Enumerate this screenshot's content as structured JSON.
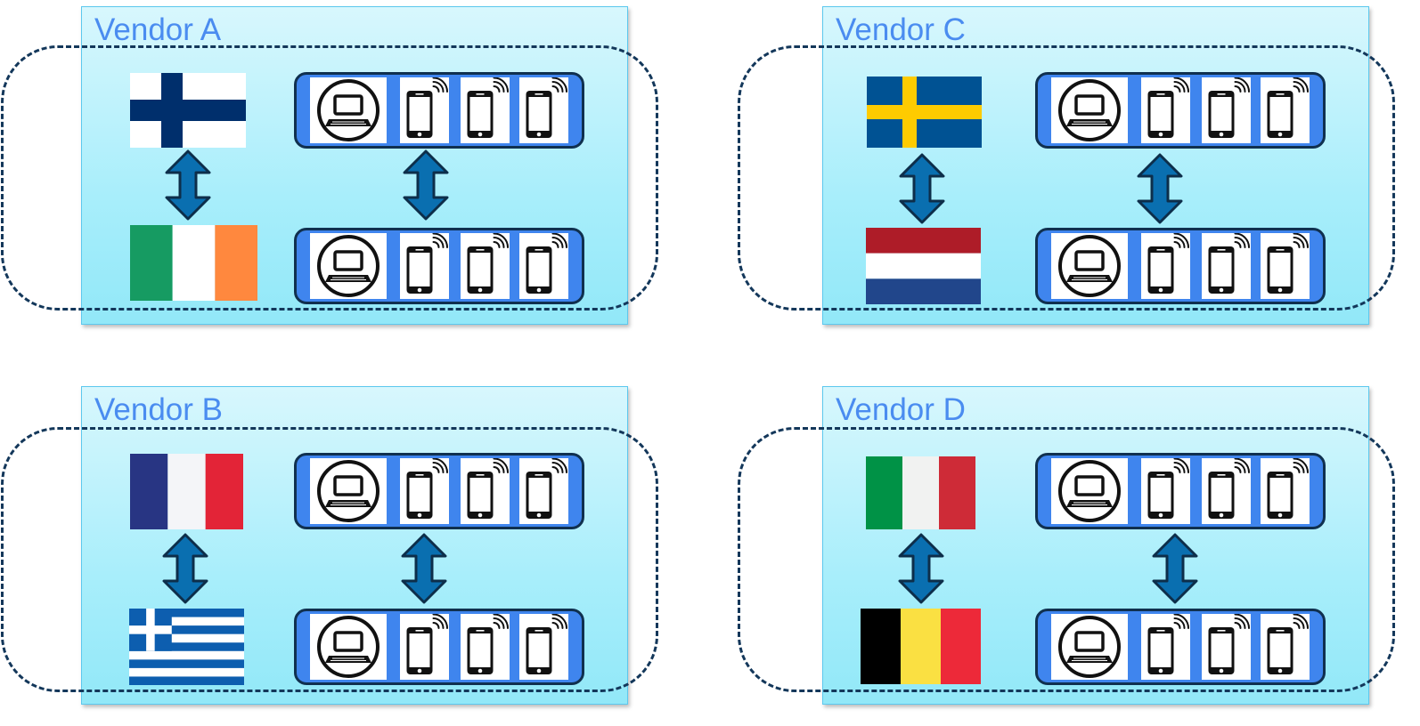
{
  "colors": {
    "label": "#4a8cf0",
    "box_border": "#5cc8ee",
    "dashed": "#13375a",
    "device_group_fill": "#3f85ee",
    "device_group_border": "#10304f",
    "arrow": "#0a6fb0"
  },
  "vendors": [
    {
      "label": "Vendor A",
      "top_flag": "finland",
      "bottom_flag": "ireland"
    },
    {
      "label": "Vendor C",
      "top_flag": "sweden",
      "bottom_flag": "netherlands"
    },
    {
      "label": "Vendor B",
      "top_flag": "france",
      "bottom_flag": "greece"
    },
    {
      "label": "Vendor D",
      "top_flag": "italy",
      "bottom_flag": "belgium"
    }
  ],
  "device_group_icons": [
    "laptop-icon",
    "smartphone-wireless-icon",
    "smartphone-wireless-icon",
    "smartphone-wireless-icon"
  ]
}
